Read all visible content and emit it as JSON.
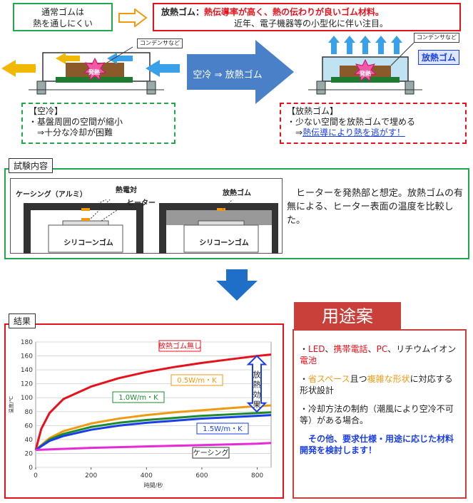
{
  "colors": {
    "green": "#22a84a",
    "red": "#e8101a",
    "blue": "#1a3ee8",
    "orange": "#f09a10",
    "arrow_blue": "#4a80c8",
    "usage_header": "#c9403a"
  },
  "top": {
    "normal_rubber": [
      "通常ゴムは",
      "熱を通しにくい"
    ],
    "heat_rubber_title": "放熱ゴム：",
    "heat_rubber_desc": "熱伝導率が高く、熱の伝わりが良いゴム材料。",
    "heat_rubber_sub": "近年、電子機器等の小型化に伴い注目。",
    "capacitor_label": "コンデンサなど",
    "heat_label": "発熱",
    "arrow_text": "空冷 ⇒ 放熱ゴム",
    "heat_rubber_badge": "放熱ゴム",
    "aircool_title": "【空冷】",
    "aircool_line1": "・基盤周囲の空間が縮小",
    "aircool_line2": "　⇒十分な冷却が困難",
    "rubber_title": "【放熱ゴム】",
    "rubber_line1": "・少ない空間を放熱ゴムで埋める",
    "rubber_line2_prefix": "　⇒",
    "rubber_line2_link": "熱伝導により熱を逃がす！"
  },
  "test": {
    "tab": "試験内容",
    "casing": "ケーシング（アルミ）",
    "thermocouple": "熱電対",
    "heater": "ヒーター",
    "heat_rubber": "放熱ゴム",
    "silicone": "シリコーンゴム",
    "description": "ヒーターを発熱部と想定。放熱ゴムの有無による、ヒーター表面の温度を比較した。"
  },
  "results": {
    "tab": "結果"
  },
  "chart_data": {
    "type": "line",
    "xlabel": "時間/秒",
    "ylabel": "温度/℃",
    "xlim": [
      0,
      850
    ],
    "ylim": [
      0,
      180
    ],
    "xticks": [
      0,
      200,
      400,
      600,
      800
    ],
    "yticks": [
      0,
      20,
      40,
      60,
      80,
      100,
      120,
      140,
      160,
      180
    ],
    "grid": true,
    "effect_label": "放熱効果",
    "series": [
      {
        "name": "放熱ゴム無し",
        "color": "#e8101a",
        "x": [
          0,
          20,
          50,
          100,
          200,
          300,
          400,
          500,
          600,
          700,
          800,
          850
        ],
        "y": [
          25,
          55,
          78,
          98,
          116,
          128,
          137,
          144,
          150,
          155,
          160,
          162
        ]
      },
      {
        "name": "0.5W/m・K",
        "color": "#f09a10",
        "x": [
          0,
          50,
          100,
          200,
          300,
          400,
          500,
          600,
          700,
          800,
          850
        ],
        "y": [
          25,
          42,
          52,
          63,
          70,
          75,
          79,
          82,
          85,
          88,
          89
        ]
      },
      {
        "name": "1.0W/m・K",
        "color": "#1e8a2e",
        "x": [
          0,
          50,
          100,
          200,
          300,
          400,
          500,
          600,
          700,
          800,
          850
        ],
        "y": [
          25,
          40,
          48,
          58,
          64,
          68,
          71,
          74,
          76,
          78,
          79
        ]
      },
      {
        "name": "1.5W/m・K",
        "color": "#1a3ee8",
        "x": [
          0,
          50,
          100,
          200,
          300,
          400,
          500,
          600,
          700,
          800,
          850
        ],
        "y": [
          25,
          38,
          45,
          54,
          60,
          64,
          67,
          70,
          72,
          74,
          75
        ]
      },
      {
        "name": "ケーシング",
        "color": "#e82ad6",
        "x": [
          0,
          200,
          400,
          600,
          800,
          850
        ],
        "y": [
          25,
          28,
          30,
          32,
          34,
          35
        ]
      }
    ]
  },
  "usage": {
    "title": "用途案",
    "item1": {
      "b": "・",
      "led": "LED",
      "s1": "、",
      "phone": "携帯電話",
      "s2": "、",
      "pc": "PC",
      "s3": "、リチウムイオン",
      "battery": "電池"
    },
    "item2": {
      "b": "・",
      "space": "省スペース",
      "s1": "且つ",
      "complex": "複雑な形状",
      "s2": "に対応する形状設計"
    },
    "item3": "・冷却方法の制約（潮風により空冷不可等）がある場合。",
    "closing": "その他、要求仕様・用途に応じた材料開発を検討します！"
  }
}
